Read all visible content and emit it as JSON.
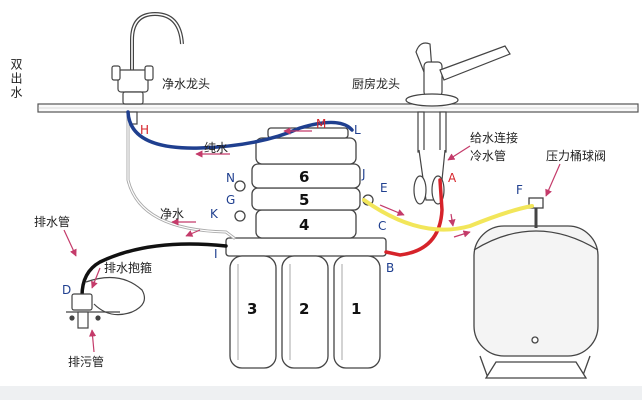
{
  "labels": {
    "side_text": "双出水",
    "pure_faucet": "净水龙头",
    "kitchen_faucet": "厨房龙头",
    "cold_inlet_line1": "给水连接",
    "cold_inlet_line2": "冷水管",
    "pressure_valve": "压力桶球阀",
    "pure_water": "纯水",
    "clean_water": "净水",
    "drain_pipe": "排水管",
    "drain_clamp": "排水抱箍",
    "sewage_pipe": "排污管"
  },
  "letters": {
    "A": "A",
    "B": "B",
    "C": "C",
    "D": "D",
    "E": "E",
    "F": "F",
    "G": "G",
    "H": "H",
    "I": "I",
    "J": "J",
    "K": "K",
    "L": "L",
    "M": "M",
    "N": "N"
  },
  "stages": {
    "s1": "1",
    "s2": "2",
    "s3": "3",
    "s4": "4",
    "s5": "5",
    "s6": "6"
  },
  "colors": {
    "blue_line": "#1f3f8f",
    "red_line": "#d6232a",
    "yellow_line": "#f2e65a",
    "black_line": "#111111",
    "label_red": "#d6232a",
    "label_blue": "#1f3f8f",
    "arrow_pink": "#c43b6a"
  }
}
